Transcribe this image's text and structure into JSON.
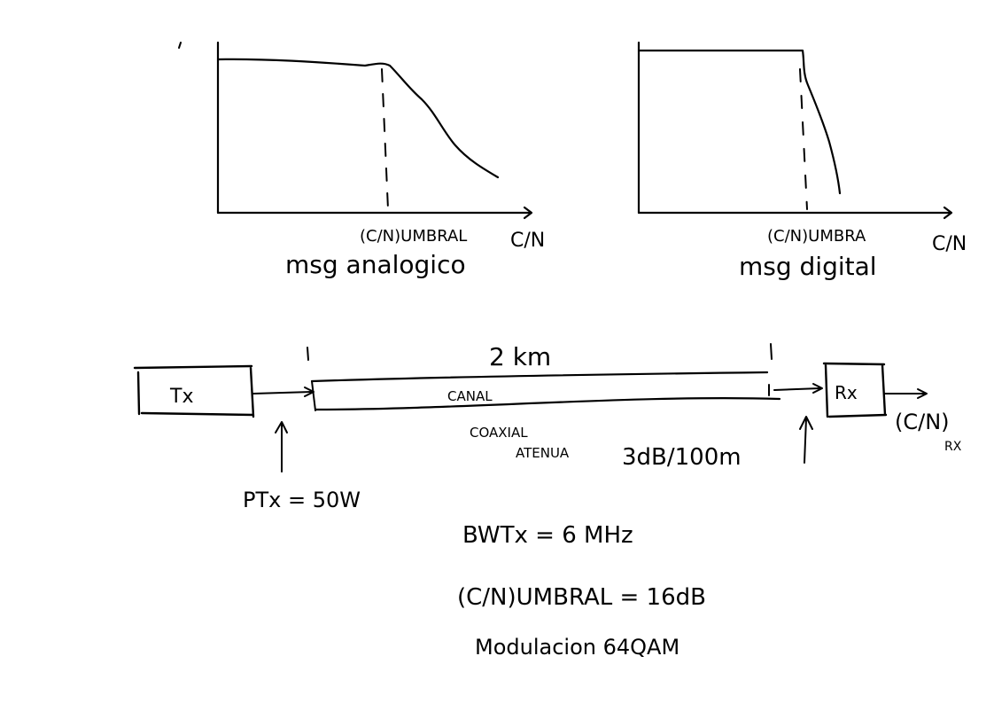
{
  "graphs": {
    "analog": {
      "x_axis_label": "C/N",
      "threshold_label": "(C/N)UMBRAL",
      "caption": "msg analogico"
    },
    "digital": {
      "x_axis_label": "C/N",
      "threshold_label": "(C/N)UMBRA",
      "caption": "msg digital"
    }
  },
  "link": {
    "tx_label": "Tx",
    "rx_label": "Rx",
    "distance": "2 km",
    "channel_line1": "CANAL",
    "channel_line2": "COAXIAL",
    "attenuation_word": "ATENUA",
    "attenuation_value": "3dB/100m",
    "ptx": "PTx = 50W",
    "cn_rx": "(C/N)",
    "cn_rx_sub": "RX"
  },
  "params": {
    "bw": "BWTx = 6 MHz",
    "cn_threshold": "(C/N)UMBRAL = 16dB",
    "modulation": "Modulacion 64QAM"
  }
}
